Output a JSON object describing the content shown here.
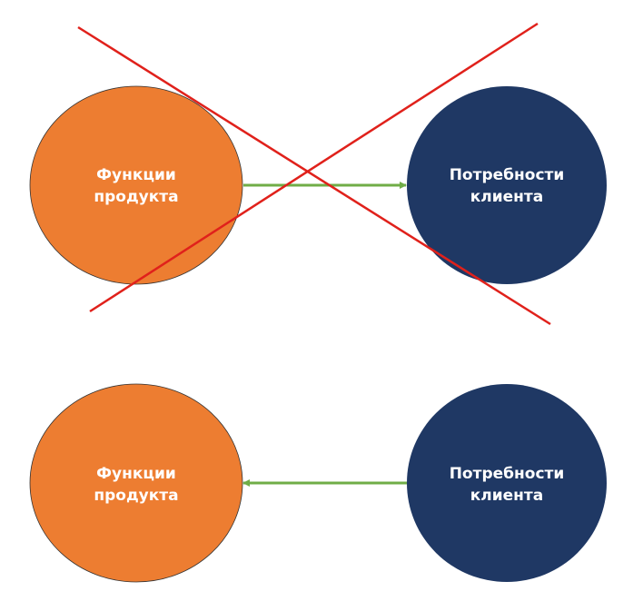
{
  "colors": {
    "product": "#ED7D31",
    "client": "#1F3864",
    "arrow": "#70AD47",
    "cross": "#E0211B"
  },
  "top_row": {
    "product": {
      "line1": "Функции",
      "line2": "продукта"
    },
    "client": {
      "line1": "Потребности",
      "line2": "клиента"
    },
    "arrow_direction": "product-to-client",
    "crossed_out": true
  },
  "bottom_row": {
    "product": {
      "line1": "Функции",
      "line2": "продукта"
    },
    "client": {
      "line1": "Потребности",
      "line2": "клиента"
    },
    "arrow_direction": "client-to-product",
    "crossed_out": false
  }
}
